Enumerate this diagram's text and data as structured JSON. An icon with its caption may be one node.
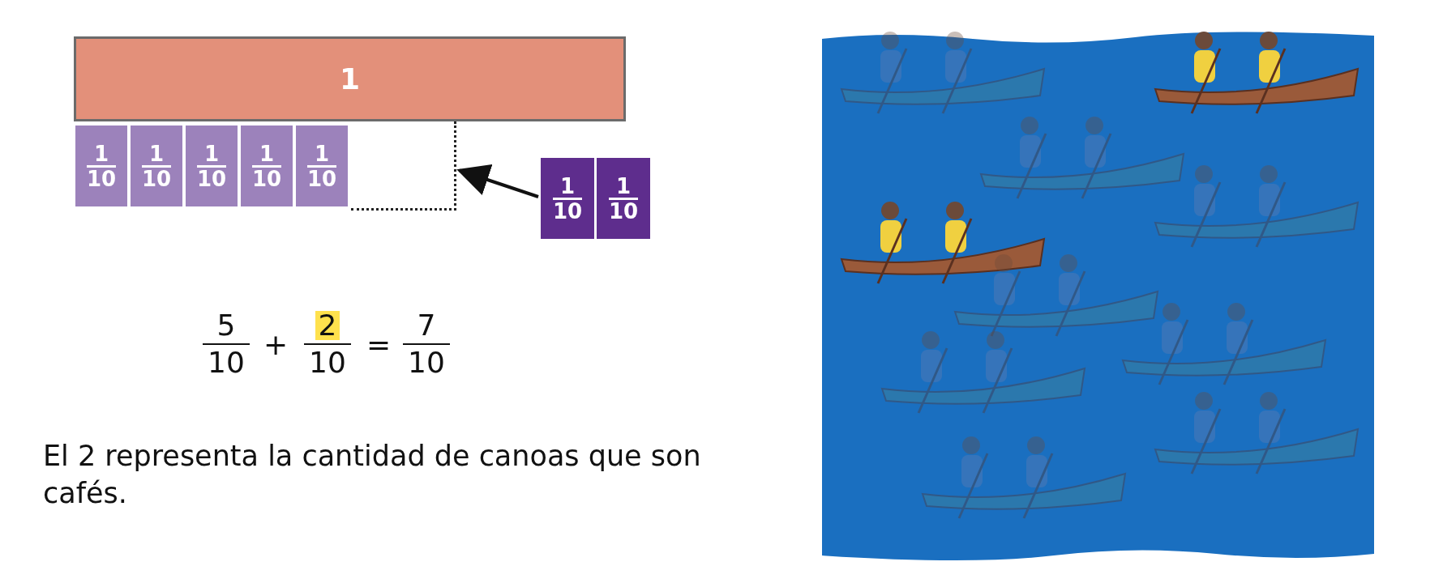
{
  "diagram": {
    "nodes": [
      {
        "text": [
          "1"
        ]
      },
      {
        "text": [
          "1",
          "10"
        ]
      },
      {
        "text": [
          "1",
          "10"
        ]
      },
      {
        "text": [
          "1",
          "10"
        ]
      },
      {
        "text": [
          "1",
          "10"
        ]
      },
      {
        "text": [
          "1",
          "10"
        ]
      },
      {
        "text": [
          "1",
          "10"
        ]
      },
      {
        "text": [
          "1",
          "10"
        ]
      },
      {
        "text": [],
        "shape": "box"
      }
    ],
    "edges": [
      {
        "from": 6,
        "to": 8,
        "arrow": "to"
      }
    ],
    "labels": [
      "5",
      "10",
      "+",
      "2",
      "10",
      "=",
      "7",
      "10",
      "El 2 representa la cantidad de canoas que son cafés."
    ]
  }
}
